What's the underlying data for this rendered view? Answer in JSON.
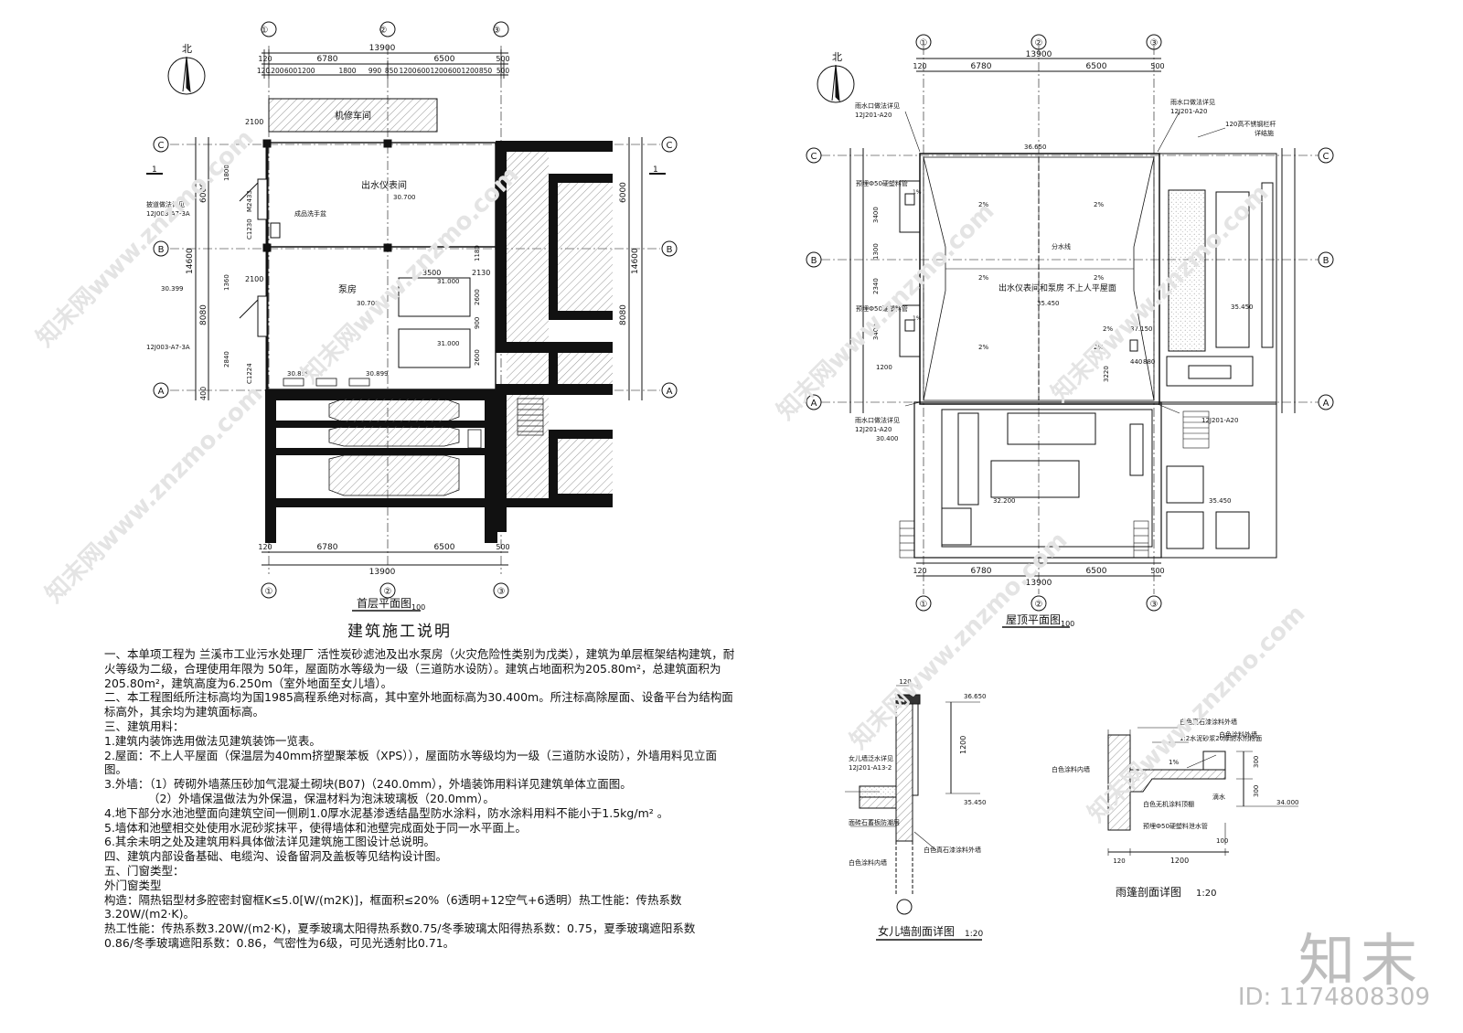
{
  "plan_left": {
    "title": "首层平面图",
    "scale": "100",
    "north": "北",
    "axes_h": [
      "①",
      "②",
      "③"
    ],
    "axes_v": [
      "C",
      "B",
      "A"
    ],
    "dims_top": [
      "120",
      "6780",
      "6500",
      "500"
    ],
    "dim_total": "13900",
    "dims_fine": [
      "120",
      "1200",
      "600",
      "1200",
      "1800",
      "990",
      "850",
      "1200",
      "600",
      "1200",
      "600",
      "1200",
      "850",
      "500"
    ],
    "dims_side": [
      "14600",
      "6000",
      "8080",
      "400"
    ],
    "rooms": [
      "机修车间",
      "出水仪表间",
      "泵房"
    ],
    "labels": [
      "成品洗手盆",
      "披道做法详见",
      "12J003-A7-3A",
      "12J003-A7-3A",
      "M2433",
      "C1230",
      "C1224"
    ],
    "elevations": [
      "30.700",
      "30.700",
      "31.000",
      "31.000",
      "30.399",
      "30.899",
      "30.899"
    ],
    "small_dims": [
      "2100",
      "3500",
      "2130",
      "1180",
      "2600",
      "900",
      "2600",
      "1800",
      "1360",
      "2840",
      "500"
    ],
    "section_mark": "1"
  },
  "plan_right": {
    "title": "屋顶平面图",
    "scale": "100",
    "north": "北",
    "axes_h": [
      "①",
      "②",
      "③"
    ],
    "axes_v": [
      "C",
      "B",
      "A"
    ],
    "dims_top": [
      "120",
      "6780",
      "6500",
      "500"
    ],
    "dim_total": "13900",
    "notes": [
      "雨水口做法详见",
      "12J201-A20",
      "120高不锈钢栏杆",
      "详结施",
      "分水线",
      "出水仪表间和泵房  不上人平屋面",
      "预埋Ф50硬塑料管"
    ],
    "elevations": [
      "36.650",
      "35.450",
      "35.450",
      "37.150",
      "32.200",
      "30.400",
      "35.450"
    ],
    "slopes": [
      "2%",
      "2%",
      "2%",
      "2%",
      "2%",
      "2%",
      "2%",
      "1%",
      "1%"
    ],
    "side_dims": [
      "3400",
      "1300",
      "2340",
      "3400",
      "1200",
      "3220",
      "440",
      "880"
    ]
  },
  "detail_parapet": {
    "title": "女儿墙剖面详图",
    "scale": "1:20",
    "notes": [
      "女儿墙泛水详见",
      "12J201-A13-2",
      "面砖石蓄板防潮层",
      "白色真石漆涂料外墙",
      "白色涂料内墙"
    ],
    "elevations": [
      "36.650",
      "35.450"
    ],
    "dims": [
      "120",
      "1200"
    ]
  },
  "detail_canopy": {
    "title": "雨篷剖面详图",
    "scale": "1:20",
    "notes": [
      "白色真石漆涂料外墙",
      "1:2水泥砂浆20厚防水剂粉面",
      "白色涂料外墙",
      "白色涂料内墙",
      "白色无机涂料顶棚",
      "滴水",
      "预埋Ф50硬塑料泄水管"
    ],
    "elevations": [
      "34.000"
    ],
    "dims": [
      "300",
      "300",
      "1200",
      "120",
      "100"
    ],
    "slope": "1%"
  },
  "notes": {
    "heading": "建筑施工说明",
    "lines": [
      "一、本单项工程为 兰溪市工业污水处理厂 活性炭砂滤池及出水泵房（火灾危险性类别为戊类），建筑为单层框架结构建筑，耐",
      "火等级为二级，合理使用年限为 50年，屋面防水等级为一级（三道防水设防）。建筑占地面积为205.80m²，总建筑面积为",
      "205.80m²，建筑高度为6.250m（室外地面至女儿墙）。",
      "二、本工程图纸所注标高均为国1985高程系绝对标高，其中室外地面标高为30.400m。所注标高除屋面、设备平台为结构面",
      "标高外，其余均为建筑面标高。",
      "三、建筑用料：",
      "1.建筑内装饰选用做法见建筑装饰一览表。",
      "2.屋面：不上人平屋面（保温层为40mm挤塑聚苯板（XPS）），屋面防水等级均为一级（三道防水设防），外墙用料见立面",
      "图。",
      "3.外墙：（1）砖砌外墙蒸压砂加气混凝土砌块(B07)（240.0mm），外墙装饰用料详见建筑单体立面图。",
      "（2）外墙保温做法为外保温，保温材料为泡沫玻璃板（20.0mm）。",
      "4.地下部分水池池壁面向建筑空间一侧刷1.0厚水泥基渗透结晶型防水涂料，防水涂料用料不能小于1.5kg/m² 。",
      "5.墙体和池壁相交处使用水泥砂浆抹平，使得墙体和池壁完成面处于同一水平面上。",
      "6.其余未明之处及建筑用料具体做法详见建筑施工图设计总说明。",
      "四、建筑内部设备基础、电缆沟、设备留洞及盖板等见结构设计图。",
      "五、门窗类型：",
      "外门窗类型",
      "构造：隔热铝型材多腔密封窗框K≤5.0[W/(m2K)]，框面积≤20%（6透明+12空气+6透明）热工性能：传热系数",
      "3.20W/(m2·K)。",
      "热工性能：传热系数3.20W/(m2·K)，夏季玻璃太阳得热系数0.75/冬季玻璃太阳得热系数：0.75，夏季玻璃遮阳系数",
      "0.86/冬季玻璃遮阳系数：0.86，气密性为6级，可见光透射比0.71。"
    ]
  },
  "watermark": {
    "brand": "知末",
    "id": "ID: 1174808309",
    "site": "知末网www.znzmo.com"
  }
}
